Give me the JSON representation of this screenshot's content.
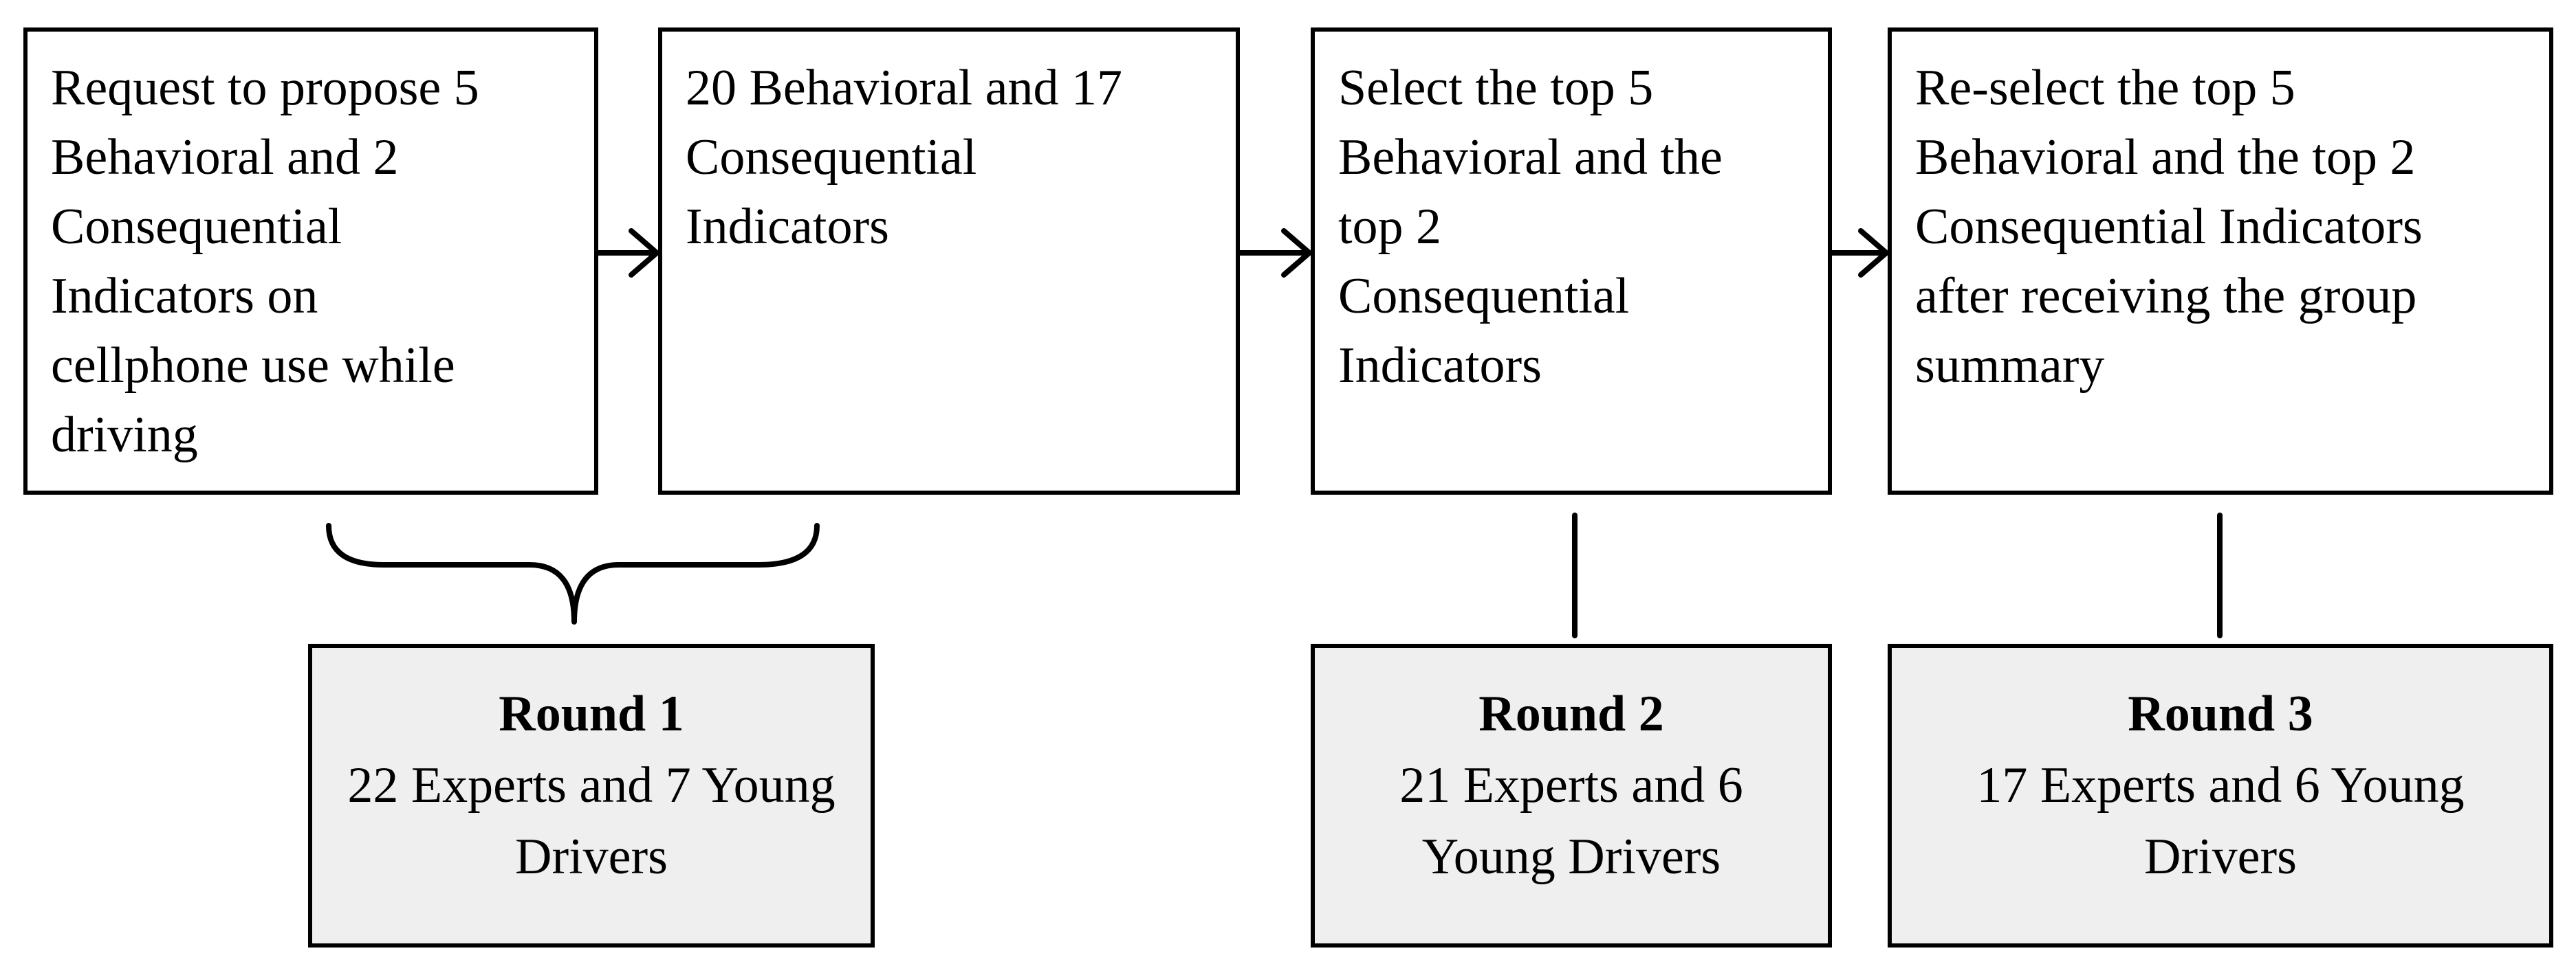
{
  "steps": [
    {
      "text": "Request to propose 5\nBehavioral and 2\nConsequential\nIndicators on\ncellphone use while\ndriving"
    },
    {
      "text": "20 Behavioral  and 17\nConsequential\nIndicators"
    },
    {
      "text": "Select the top 5\nBehavioral and the\ntop 2\nConsequential\nIndicators"
    },
    {
      "text": "Re-select the top 5\nBehavioral and the top 2\nConsequential Indicators\nafter receiving the group\nsummary"
    }
  ],
  "rounds": [
    {
      "title": "Round 1",
      "desc": "22 Experts and 7 Young\nDrivers"
    },
    {
      "title": "Round 2",
      "desc": "21 Experts and 6\nYoung Drivers"
    },
    {
      "title": "Round 3",
      "desc": "17 Experts and 6 Young\nDrivers"
    }
  ]
}
